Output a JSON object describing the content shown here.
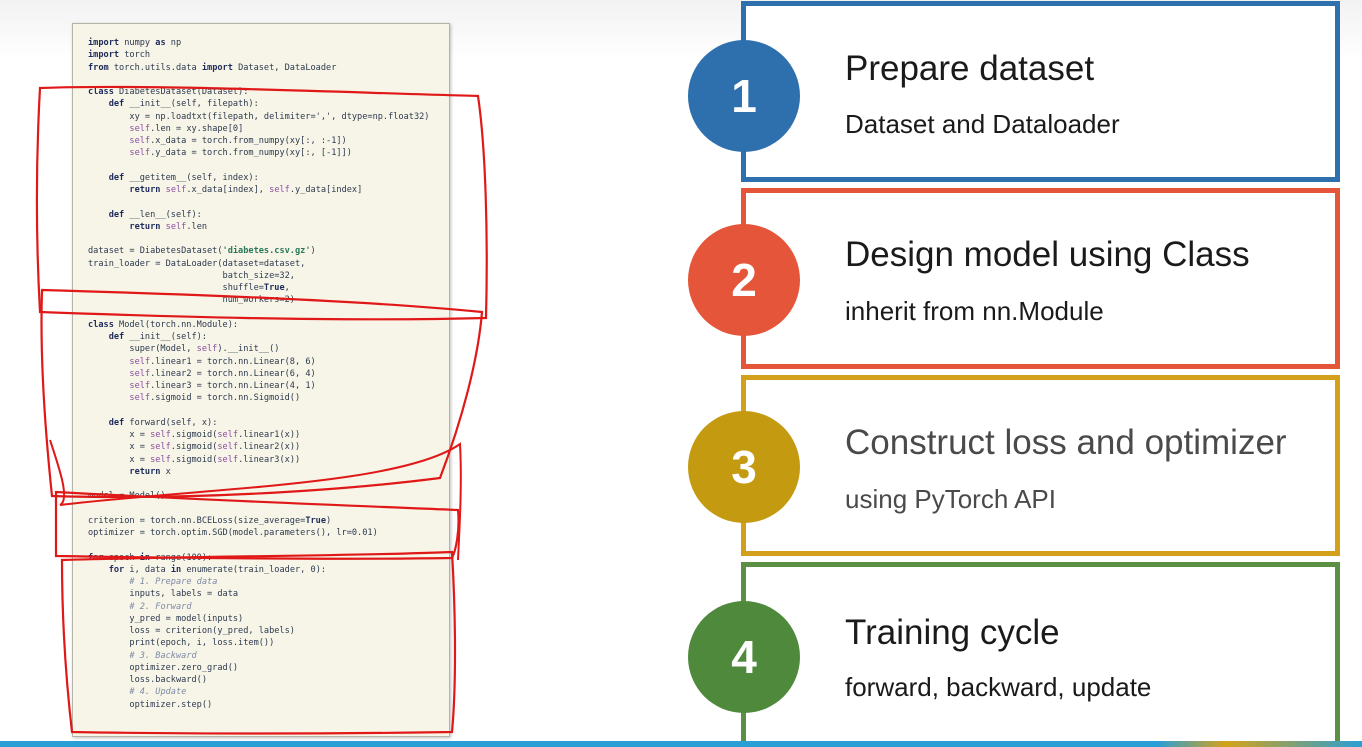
{
  "code_lines": [
    [
      {
        "k": "kw",
        "t": "import"
      },
      {
        "t": " numpy "
      },
      {
        "k": "kw",
        "t": "as"
      },
      {
        "t": " np"
      }
    ],
    [
      {
        "k": "kw",
        "t": "import"
      },
      {
        "t": " torch"
      }
    ],
    [
      {
        "k": "kw",
        "t": "from"
      },
      {
        "t": " torch.utils.data "
      },
      {
        "k": "kw",
        "t": "import"
      },
      {
        "t": " Dataset, DataLoader"
      }
    ],
    [],
    [
      {
        "k": "kw",
        "t": "class"
      },
      {
        "t": " DiabetesDataset(Dataset):"
      }
    ],
    [
      {
        "t": "    "
      },
      {
        "k": "kw",
        "t": "def"
      },
      {
        "t": " __init__(self, filepath):"
      }
    ],
    [
      {
        "t": "        xy = np.loadtxt(filepath, delimiter=',', dtype=np.float32)"
      }
    ],
    [
      {
        "t": "        "
      },
      {
        "k": "self",
        "t": "self"
      },
      {
        "t": ".len = xy.shape[0]"
      }
    ],
    [
      {
        "t": "        "
      },
      {
        "k": "self",
        "t": "self"
      },
      {
        "t": ".x_data = torch.from_numpy(xy[:, :-1])"
      }
    ],
    [
      {
        "t": "        "
      },
      {
        "k": "self",
        "t": "self"
      },
      {
        "t": ".y_data = torch.from_numpy(xy[:, [-1]])"
      }
    ],
    [],
    [
      {
        "t": "    "
      },
      {
        "k": "kw",
        "t": "def"
      },
      {
        "t": " __getitem__(self, index):"
      }
    ],
    [
      {
        "t": "        "
      },
      {
        "k": "kw",
        "t": "return"
      },
      {
        "t": " "
      },
      {
        "k": "self",
        "t": "self"
      },
      {
        "t": ".x_data[index], "
      },
      {
        "k": "self",
        "t": "self"
      },
      {
        "t": ".y_data[index]"
      }
    ],
    [],
    [
      {
        "t": "    "
      },
      {
        "k": "kw",
        "t": "def"
      },
      {
        "t": " __len__(self):"
      }
    ],
    [
      {
        "t": "        "
      },
      {
        "k": "kw",
        "t": "return"
      },
      {
        "t": " "
      },
      {
        "k": "self",
        "t": "self"
      },
      {
        "t": ".len"
      }
    ],
    [],
    [
      {
        "t": "dataset = DiabetesDataset("
      },
      {
        "k": "str",
        "t": "'diabetes.csv.gz'"
      },
      {
        "t": ")"
      }
    ],
    [
      {
        "t": "train_loader = DataLoader(dataset=dataset,"
      }
    ],
    [
      {
        "t": "                          batch_size=32,"
      }
    ],
    [
      {
        "t": "                          shuffle="
      },
      {
        "k": "kw",
        "t": "True"
      },
      {
        "t": ","
      }
    ],
    [
      {
        "t": "                          num_workers=2)"
      }
    ],
    [],
    [
      {
        "k": "kw",
        "t": "class"
      },
      {
        "t": " Model(torch.nn.Module):"
      }
    ],
    [
      {
        "t": "    "
      },
      {
        "k": "kw",
        "t": "def"
      },
      {
        "t": " __init__(self):"
      }
    ],
    [
      {
        "t": "        super(Model, "
      },
      {
        "k": "self",
        "t": "self"
      },
      {
        "t": ").__init__()"
      }
    ],
    [
      {
        "t": "        "
      },
      {
        "k": "self",
        "t": "self"
      },
      {
        "t": ".linear1 = torch.nn.Linear(8, 6)"
      }
    ],
    [
      {
        "t": "        "
      },
      {
        "k": "self",
        "t": "self"
      },
      {
        "t": ".linear2 = torch.nn.Linear(6, 4)"
      }
    ],
    [
      {
        "t": "        "
      },
      {
        "k": "self",
        "t": "self"
      },
      {
        "t": ".linear3 = torch.nn.Linear(4, 1)"
      }
    ],
    [
      {
        "t": "        "
      },
      {
        "k": "self",
        "t": "self"
      },
      {
        "t": ".sigmoid = torch.nn.Sigmoid()"
      }
    ],
    [],
    [
      {
        "t": "    "
      },
      {
        "k": "kw",
        "t": "def"
      },
      {
        "t": " forward(self, x):"
      }
    ],
    [
      {
        "t": "        x = "
      },
      {
        "k": "self",
        "t": "self"
      },
      {
        "t": ".sigmoid("
      },
      {
        "k": "self",
        "t": "self"
      },
      {
        "t": ".linear1(x))"
      }
    ],
    [
      {
        "t": "        x = "
      },
      {
        "k": "self",
        "t": "self"
      },
      {
        "t": ".sigmoid("
      },
      {
        "k": "self",
        "t": "self"
      },
      {
        "t": ".linear2(x))"
      }
    ],
    [
      {
        "t": "        x = "
      },
      {
        "k": "self",
        "t": "self"
      },
      {
        "t": ".sigmoid("
      },
      {
        "k": "self",
        "t": "self"
      },
      {
        "t": ".linear3(x))"
      }
    ],
    [
      {
        "t": "        "
      },
      {
        "k": "kw",
        "t": "return"
      },
      {
        "t": " x"
      }
    ],
    [],
    [
      {
        "t": "model = Model()"
      }
    ],
    [],
    [
      {
        "t": "criterion = torch.nn.BCELoss(size_average="
      },
      {
        "k": "kw",
        "t": "True"
      },
      {
        "t": ")"
      }
    ],
    [
      {
        "t": "optimizer = torch.optim.SGD(model.parameters(), lr=0.01)"
      }
    ],
    [],
    [
      {
        "k": "kw",
        "t": "for"
      },
      {
        "t": " epoch "
      },
      {
        "k": "kw",
        "t": "in"
      },
      {
        "t": " range(100):"
      }
    ],
    [
      {
        "t": "    "
      },
      {
        "k": "kw",
        "t": "for"
      },
      {
        "t": " i, data "
      },
      {
        "k": "kw",
        "t": "in"
      },
      {
        "t": " enumerate(train_loader, 0):"
      }
    ],
    [
      {
        "t": "        "
      },
      {
        "k": "cm",
        "t": "# 1. Prepare data"
      }
    ],
    [
      {
        "t": "        inputs, labels = data"
      }
    ],
    [
      {
        "t": "        "
      },
      {
        "k": "cm",
        "t": "# 2. Forward"
      }
    ],
    [
      {
        "t": "        y_pred = model(inputs)"
      }
    ],
    [
      {
        "t": "        loss = criterion(y_pred, labels)"
      }
    ],
    [
      {
        "t": "        print(epoch, i, loss.item())"
      }
    ],
    [
      {
        "t": "        "
      },
      {
        "k": "cm",
        "t": "# 3. Backward"
      }
    ],
    [
      {
        "t": "        optimizer.zero_grad()"
      }
    ],
    [
      {
        "t": "        loss.backward()"
      }
    ],
    [
      {
        "t": "        "
      },
      {
        "k": "cm",
        "t": "# 4. Update"
      }
    ],
    [
      {
        "t": "        optimizer.step()"
      }
    ]
  ],
  "steps": [
    {
      "number": "1",
      "title": "Prepare dataset",
      "subtitle": "Dataset and Dataloader",
      "color": "#2e6fad",
      "border": "#2e6fad"
    },
    {
      "number": "2",
      "title": "Design model using Class",
      "subtitle": " inherit from nn.Module",
      "color": "#e4553a",
      "border": "#e4553a"
    },
    {
      "number": "3",
      "title": "Construct loss and optimizer",
      "subtitle": "using PyTorch API",
      "color": "#c49a10",
      "border": "#d2a01a"
    },
    {
      "number": "4",
      "title": "Training cycle",
      "subtitle": "forward, backward, update",
      "color": "#4f8a3c",
      "border": "#5a8f44"
    }
  ],
  "colors": {
    "marker_red": "#e01818",
    "title_gray": "#4a4a4a"
  }
}
